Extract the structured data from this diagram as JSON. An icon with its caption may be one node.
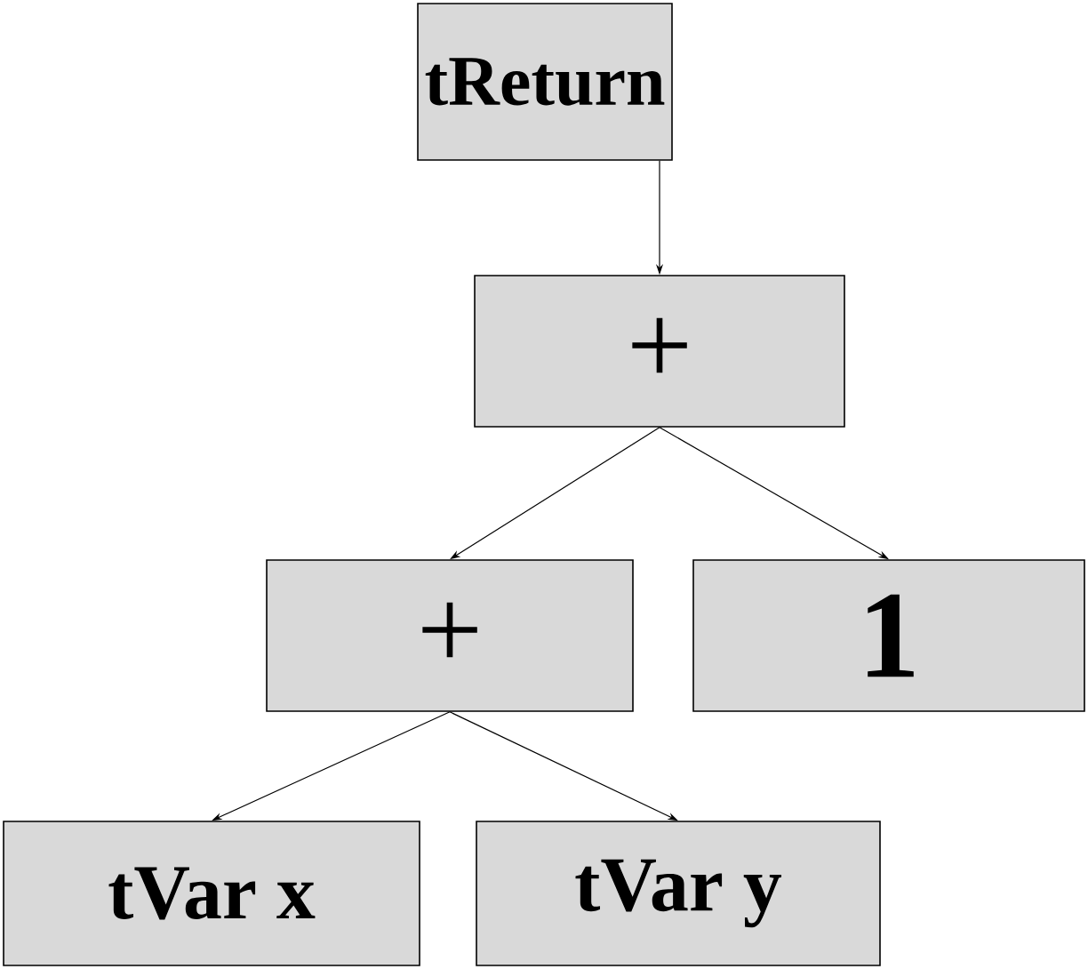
{
  "diagram": {
    "nodes": [
      {
        "text": [
          "tReturn"
        ]
      },
      {
        "text": [
          "+"
        ]
      },
      {
        "text": [
          "+"
        ]
      },
      {
        "text": [
          "1"
        ]
      },
      {
        "text": [
          "tVar x"
        ]
      },
      {
        "text": [
          "tVar y"
        ]
      }
    ],
    "edges": [
      {
        "from": 0,
        "to": 1,
        "arrow": "to"
      },
      {
        "from": 1,
        "to": 2,
        "arrow": "to"
      },
      {
        "from": 1,
        "to": 3,
        "arrow": "to"
      },
      {
        "from": 2,
        "to": 4,
        "arrow": "to"
      },
      {
        "from": 2,
        "to": 5,
        "arrow": "to"
      }
    ]
  }
}
